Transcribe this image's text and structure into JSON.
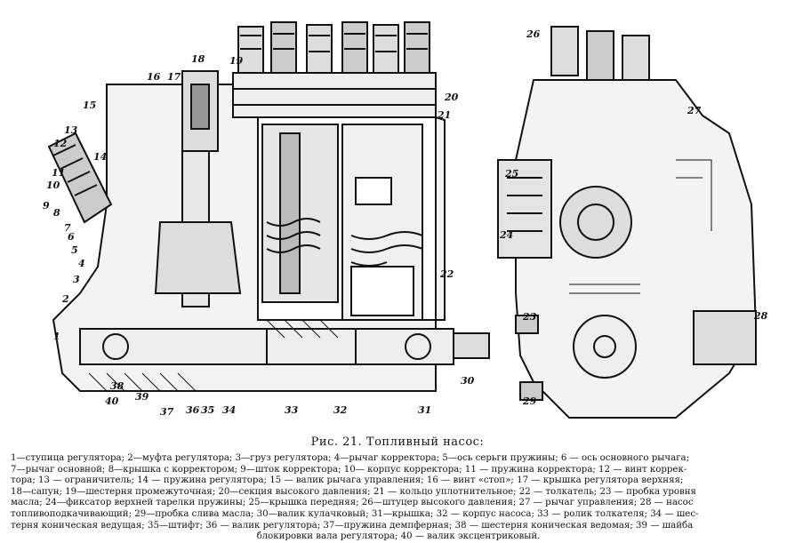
{
  "figure": {
    "left_view_labels": [
      "1",
      "2",
      "3",
      "4",
      "5",
      "6",
      "7",
      "8",
      "9",
      "10",
      "11",
      "12",
      "13",
      "14",
      "15",
      "16",
      "17",
      "18",
      "19",
      "20",
      "21",
      "22",
      "30",
      "31",
      "32",
      "33",
      "34",
      "35",
      "36",
      "37",
      "38",
      "39",
      "40"
    ],
    "right_view_labels": [
      "23",
      "24",
      "25",
      "26",
      "27",
      "28",
      "29"
    ]
  },
  "caption": "Рис. 21. Топливный насос:",
  "legend": {
    "line1": "1—ступица регулятора; 2—муфта регулятора; 3—груз регулятора; 4—рычаг корректора; 5—ось серьги пружины; 6 — ось основного рычага;",
    "line2": "7—рычаг основной; 8—крышка с корректором; 9—шток корректора; 10— корпус корректора; 11 — пружина корректора; 12 — винт коррек-",
    "line3": "тора; 13 — ограничитель; 14 — пружина регулятора; 15 — валик рычага управления; 16 — винт «стоп»; 17 — крышка регулятора верхняя;",
    "line4": "18—сапун; 19—шестерня промежуточная; 20—секция высокого давления; 21 — кольцо уплотнительное; 22 — толкатель; 23 — пробка уровня",
    "line5": "масла; 24—фиксатор верхней тарелки пружины; 25—крышка передняя; 26—штуцер высокого давления; 27 — рычаг управления; 28 — насос",
    "line6": "топливоподкачивающий; 29—пробка слива масла; 30—валик кулачковый; 31—крышка; 32 — корпус насоса; 33 — ролик толкателя; 34 — шес-",
    "line7": "терня коническая ведущая; 35—штифт; 36 — валик регулятора; 37—пружина демпферная; 38 — шестерня коническая ведомая; 39 — шайба",
    "line8": "блокировки вала регулятора; 40 — валик эксцентриковый."
  }
}
